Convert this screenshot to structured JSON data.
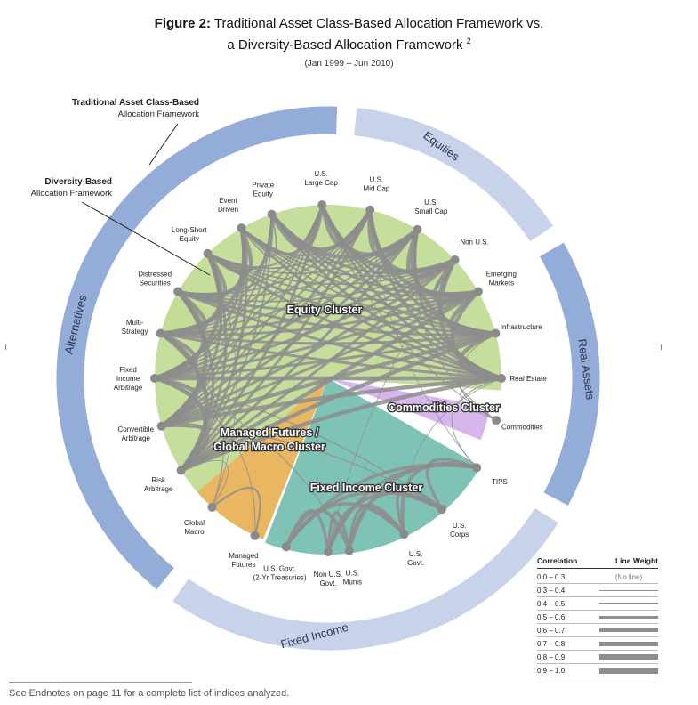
{
  "title": {
    "prefix": "Figure 2:",
    "line1": "Traditional Asset Class-Based Allocation Framework vs.",
    "line2": "a Diversity-Based Allocation Framework",
    "superscript": "2",
    "date_range": "(Jan 1999 – Jun 2010)"
  },
  "frameworks": {
    "traditional_title": "Traditional Asset Class-Based",
    "traditional_sub": "Allocation Framework",
    "diversity_title": "Diversity-Based",
    "diversity_sub": "Allocation Framework"
  },
  "asset_classes": [
    "Equities",
    "Real Assets",
    "Fixed Income",
    "Alternatives"
  ],
  "clusters": [
    "Equity Cluster",
    "Commodities Cluster",
    "Managed Futures /",
    "Global Macro Cluster",
    "Fixed Income Cluster"
  ],
  "nodes": [
    {
      "l1": "Private",
      "l2": "Equity"
    },
    {
      "l1": "U.S.",
      "l2": "Large Cap"
    },
    {
      "l1": "U.S.",
      "l2": "Mid Cap"
    },
    {
      "l1": "U.S.",
      "l2": "Small Cap"
    },
    {
      "l1": "Non U.S.",
      "l2": ""
    },
    {
      "l1": "Emerging",
      "l2": "Markets"
    },
    {
      "l1": "Infrastructure",
      "l2": ""
    },
    {
      "l1": "Real Estate",
      "l2": ""
    },
    {
      "l1": "Commodities",
      "l2": ""
    },
    {
      "l1": "TIPS",
      "l2": ""
    },
    {
      "l1": "U.S.",
      "l2": "Corps"
    },
    {
      "l1": "U.S.",
      "l2": "Govt."
    },
    {
      "l1": "U.S.",
      "l2": "Munis"
    },
    {
      "l1": "Non U.S.",
      "l2": "Govt."
    },
    {
      "l1": "U.S. Govt.",
      "l2": "(2-Yr Treasuries)"
    },
    {
      "l1": "Managed",
      "l2": "Futures"
    },
    {
      "l1": "Global",
      "l2": "Macro"
    },
    {
      "l1": "Risk",
      "l2": "Arbitrage"
    },
    {
      "l1": "Convertible",
      "l2": "Arbitrage"
    },
    {
      "l1": "Fixed",
      "l2": "Income",
      "l3": "Arbitrage"
    },
    {
      "l1": "Multi-",
      "l2": "Strategy"
    },
    {
      "l1": "Distressed",
      "l2": "Securities"
    },
    {
      "l1": "Long-Short",
      "l2": "Equity"
    },
    {
      "l1": "Event",
      "l2": "Driven"
    }
  ],
  "legend": {
    "header_correlation": "Correlation",
    "header_weight": "Line Weight",
    "rows": [
      {
        "range": "0.0 – 0.3",
        "note": "(No line)",
        "weight": 0
      },
      {
        "range": "0.3 – 0.4",
        "note": "",
        "weight": 1
      },
      {
        "range": "0.4 – 0.5",
        "note": "",
        "weight": 2
      },
      {
        "range": "0.5 – 0.6",
        "note": "",
        "weight": 3
      },
      {
        "range": "0.6 – 0.7",
        "note": "",
        "weight": 4
      },
      {
        "range": "0.7 – 0.8",
        "note": "",
        "weight": 5
      },
      {
        "range": "0.8 – 0.9",
        "note": "",
        "weight": 6
      },
      {
        "range": "0.9 – 1.0",
        "note": "",
        "weight": 7
      }
    ]
  },
  "footnote": "See Endnotes on page 11 for a complete list of indices analyzed.",
  "colors": {
    "ring_dark": "#94acd8",
    "ring_light": "#c6d3ea",
    "equity": "#c3dc97",
    "commodities": "#d7b6ee",
    "managed_futures": "#e9b662",
    "fixed_income": "#7fc2b6",
    "link": "#8d8d8d"
  }
}
